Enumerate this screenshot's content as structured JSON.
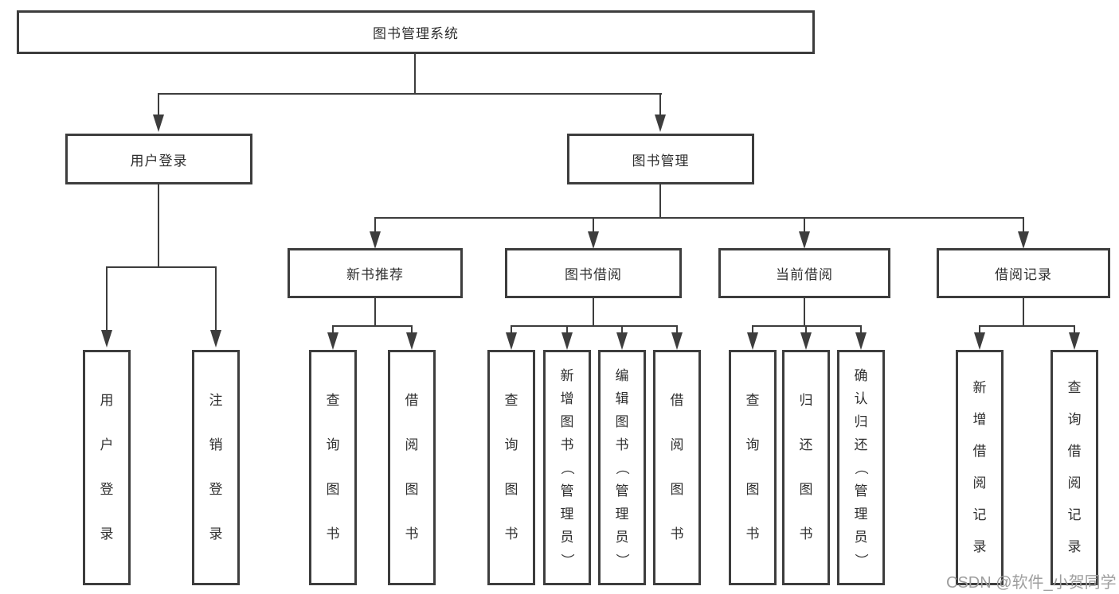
{
  "diagram_title": "图书管理系统",
  "nodes": {
    "root": "图书管理系统",
    "user_login": "用户登录",
    "book_mgmt": "图书管理",
    "new_book": "新书推荐",
    "book_borrow": "图书借阅",
    "current_borrow": "当前借阅",
    "borrow_record": "借阅记录"
  },
  "leaves": {
    "user_login": [
      "用户登录",
      "注销登录"
    ],
    "new_book": [
      "查询图书",
      "借阅图书"
    ],
    "book_borrow": [
      "查询图书",
      "新增图书（管理员）",
      "编辑图书（管理员）",
      "借阅图书"
    ],
    "current_borrow": [
      "查询图书",
      "归还图书",
      "确认归还（管理员）"
    ],
    "borrow_record": [
      "新增借阅记录",
      "查询借阅记录"
    ]
  },
  "watermark": {
    "text": "CSDN @软件_小贺同学",
    "color": "#9e9e9e"
  },
  "colors": {
    "line": "#3d3d3d",
    "text": "#2f2f2f",
    "background": "#ffffff"
  }
}
